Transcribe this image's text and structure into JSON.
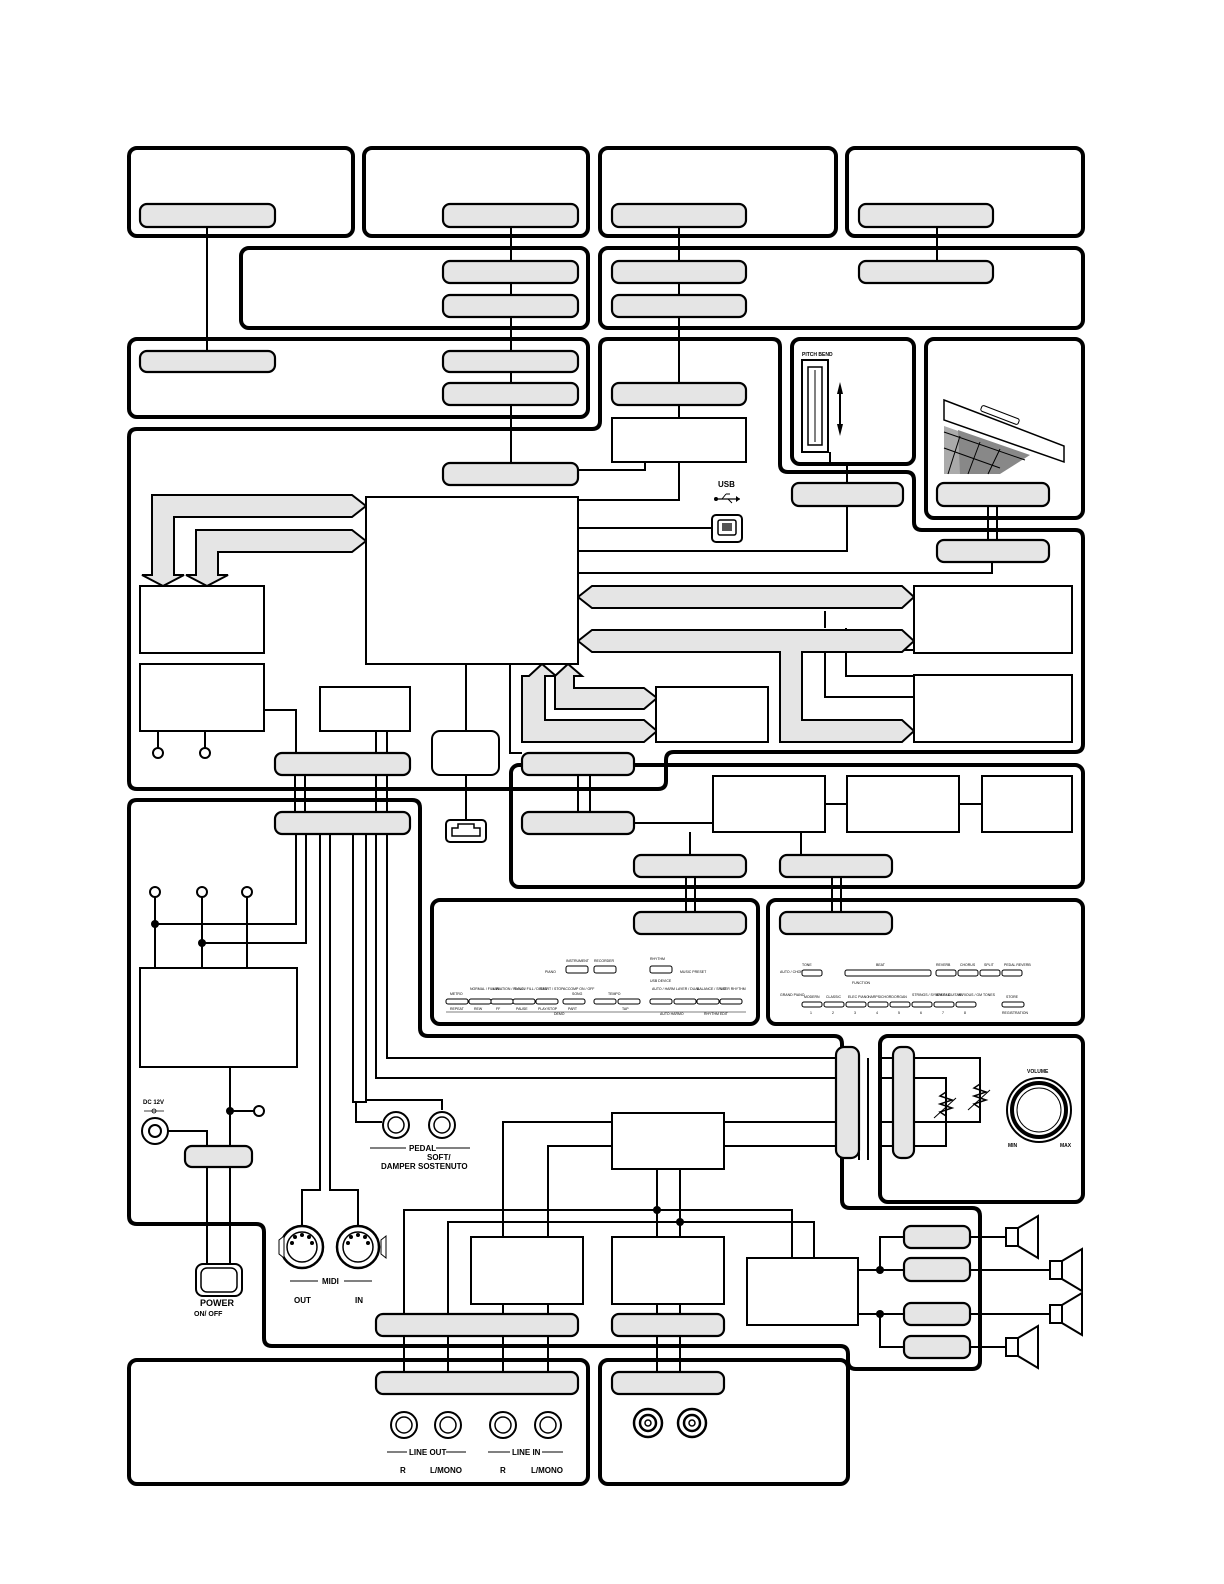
{
  "labels": {
    "pitch_bend": "PITCH BEND",
    "usb": "USB",
    "dc_in": "DC 12V",
    "pedal": "PEDAL",
    "soft_sostenuto_1": "SOFT/",
    "soft_sostenuto_2": "SOSTENUTO",
    "damper": "DAMPER",
    "midi": "MIDI",
    "midi_out": "OUT",
    "midi_in": "IN",
    "power": "POWER",
    "power_state": "ON/ OFF",
    "line_out": "LINE OUT",
    "line_in": "LINE IN",
    "line_out_r": "R",
    "line_out_l": "L/MONO",
    "line_in_r": "R",
    "line_in_l": "L/MONO",
    "volume": "VOLUME",
    "vol_min": "MIN",
    "vol_max": "MAX"
  },
  "panel_left": {
    "top_labels": [
      "INSTRUMENT",
      "RECORDER",
      "RHYTHM",
      "PIANO",
      "MUSIC PRESET",
      "USB DEVICE"
    ],
    "bottom_labels": [
      "METRO",
      "NORMAL / FILL-IN",
      "VARIATION / FILL-IN",
      "SYNC / FILL / DEMO",
      "START / STOP",
      "ACCOMP ON / OFF",
      "SONG",
      "TEMPO",
      "AUTO / HARM",
      "LAYER / DUAL",
      "BALANCE / SPLIT",
      "USER RHYTHM"
    ],
    "section_labels": [
      "REPEAT",
      "REW",
      "FF",
      "PAUSE",
      "PLAY/STOP",
      "PART",
      "DEMO",
      "TAP",
      "AUTO HARMO",
      "RHYTHM EDIT"
    ]
  },
  "panel_right": {
    "top_labels": [
      "TONE",
      "AUTO / CHORD",
      "BEAT",
      "FUNCTION",
      "REVERB",
      "CHORUS",
      "SPLIT",
      "PEDAL REVERB"
    ],
    "tone_labels": [
      "GRAND PIANO",
      "MODERN",
      "CLASSIC",
      "ELEC PIANO",
      "HARPSICHORD",
      "ORGAN",
      "STRINGS / SYNTH PAD",
      "BASS / GUITAR",
      "VARIOUS / GM TONES",
      "STORE"
    ],
    "numbers": [
      "1",
      "2",
      "3",
      "4",
      "5",
      "6",
      "7",
      "8"
    ],
    "section_labels": [
      "REGISTRATION"
    ]
  }
}
